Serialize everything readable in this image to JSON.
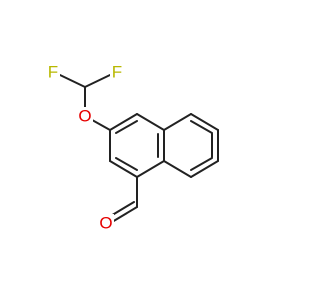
{
  "molecule": {
    "atoms": [
      {
        "id": "F1",
        "label": "F",
        "color": "#b8b800"
      },
      {
        "id": "F2",
        "label": "F",
        "color": "#b8b800"
      },
      {
        "id": "O1",
        "label": "O",
        "color": "#e60000"
      },
      {
        "id": "O2",
        "label": "O",
        "color": "#e60000"
      }
    ],
    "bond_color": "#222222"
  }
}
